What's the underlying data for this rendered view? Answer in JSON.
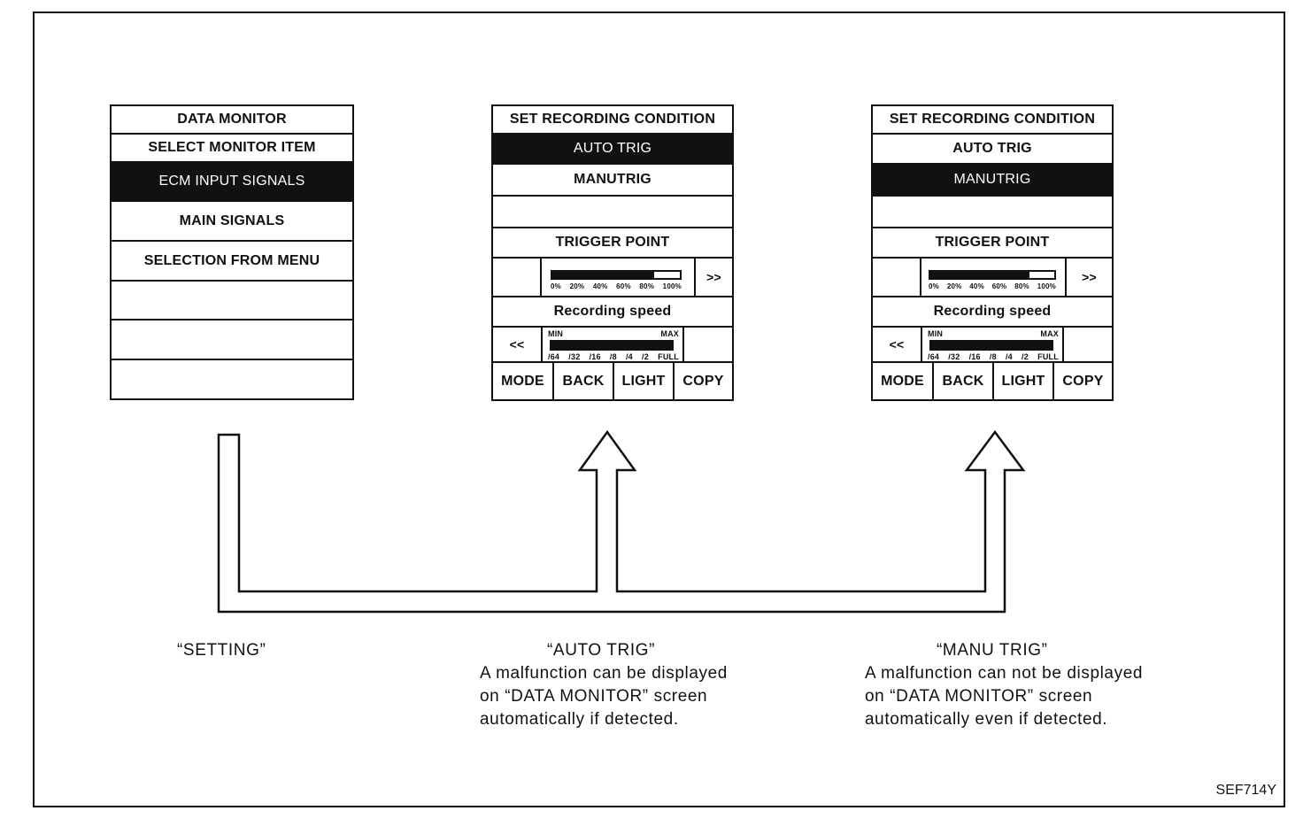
{
  "screen1": {
    "title": "DATA MONITOR",
    "subtitle": "SELECT MONITOR ITEM",
    "items": [
      "ECM INPUT SIGNALS",
      "MAIN SIGNALS",
      "SELECTION FROM MENU"
    ],
    "selected_index": 0
  },
  "screen2": {
    "title": "SET RECORDING CONDITION",
    "opt_auto": "AUTO TRIG",
    "opt_manu": "MANUTRIG",
    "selected": "AUTO TRIG",
    "trigger_label": "TRIGGER POINT",
    "trigger_ticks": [
      "0%",
      "20%",
      "40%",
      "60%",
      "80%",
      "100%"
    ],
    "trigger_fill": 0.8,
    "next": ">>",
    "speed_label": "Recording speed",
    "prev": "<<",
    "speed_min": "MIN",
    "speed_max": "MAX",
    "speed_ticks": [
      "/64",
      "/32",
      "/16",
      "/8",
      "/4",
      "/2",
      "FULL"
    ],
    "buttons": [
      "MODE",
      "BACK",
      "LIGHT",
      "COPY"
    ]
  },
  "screen3": {
    "title": "SET RECORDING CONDITION",
    "opt_auto": "AUTO TRIG",
    "opt_manu": "MANUTRIG",
    "selected": "MANUTRIG",
    "trigger_label": "TRIGGER POINT",
    "trigger_ticks": [
      "0%",
      "20%",
      "40%",
      "60%",
      "80%",
      "100%"
    ],
    "trigger_fill": 0.8,
    "next": ">>",
    "speed_label": "Recording speed",
    "prev": "<<",
    "speed_min": "MIN",
    "speed_max": "MAX",
    "speed_ticks": [
      "/64",
      "/32",
      "/16",
      "/8",
      "/4",
      "/2",
      "FULL"
    ],
    "buttons": [
      "MODE",
      "BACK",
      "LIGHT",
      "COPY"
    ]
  },
  "captions": {
    "setting": "“SETTING”",
    "auto_title": "“AUTO TRIG”",
    "auto_lines": [
      "A malfunction can be displayed",
      "on “DATA MONITOR” screen",
      "automatically if detected."
    ],
    "manu_title": "“MANU TRIG”",
    "manu_lines": [
      "A malfunction can not be displayed",
      "on “DATA MONITOR” screen",
      "automatically even if detected."
    ]
  },
  "figure_code": "SEF714Y"
}
